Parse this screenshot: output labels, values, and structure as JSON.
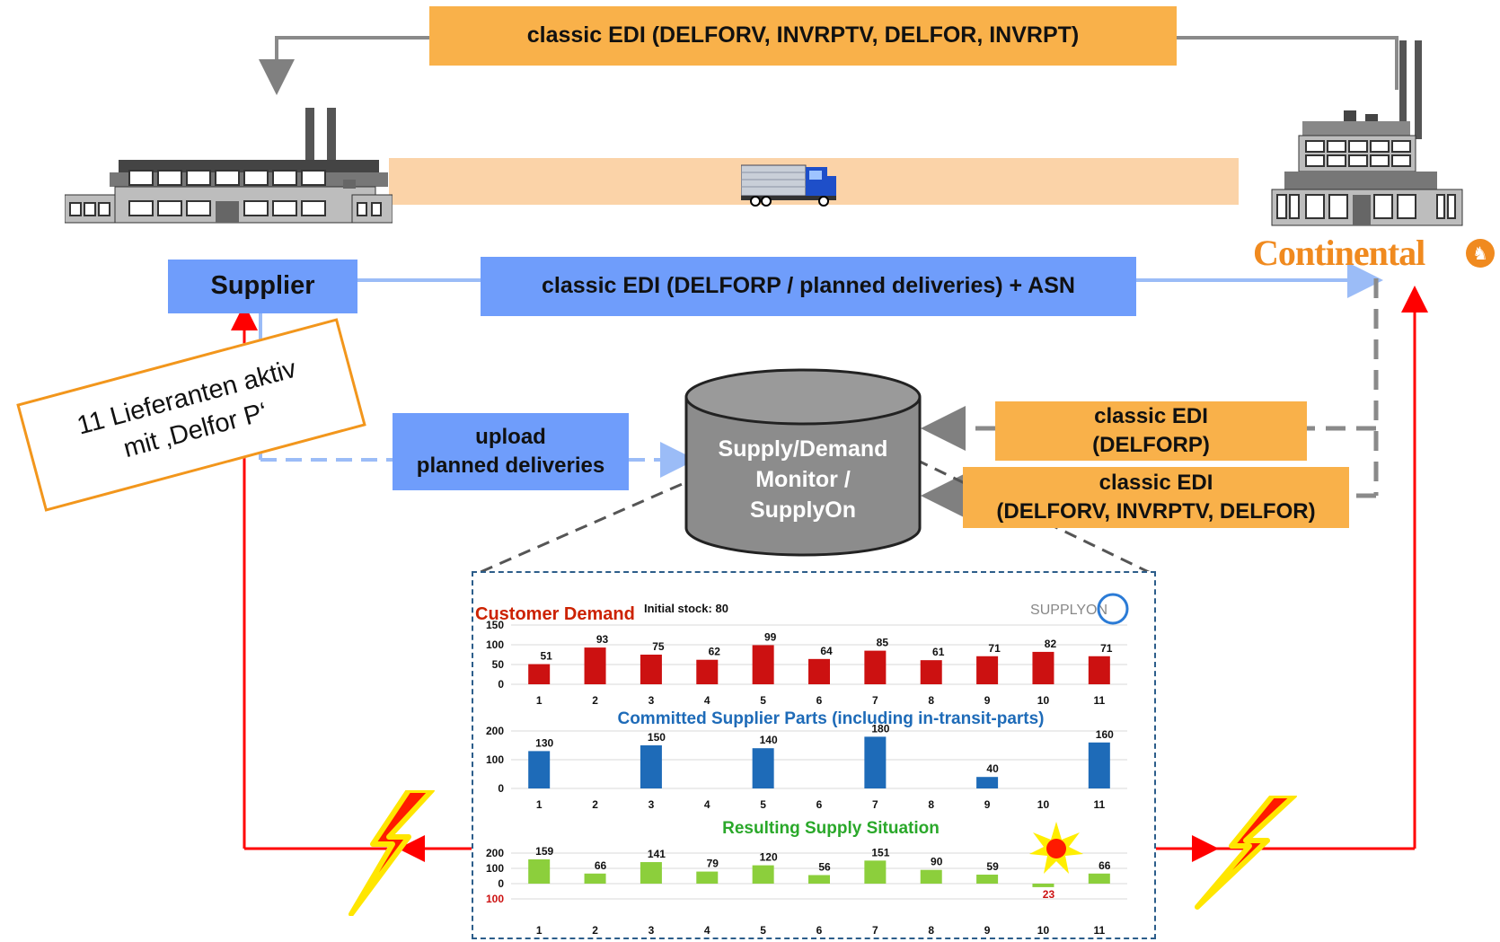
{
  "edi_top": "classic EDI (DELFORV, INVRPTV, DELFOR, INVRPT)",
  "supplier_label": "Supplier",
  "edi_planned": "classic EDI (DELFORP / planned deliveries) + ASN",
  "upload_line1": "upload",
  "upload_line2": "planned deliveries",
  "monitor_line1": "Supply/Demand",
  "monitor_line2": "Monitor /",
  "monitor_line3": "SupplyOn",
  "edi_delforp_line1": "classic EDI",
  "edi_delforp_line2": "(DELFORP)",
  "edi_delforv_line1": "classic EDI",
  "edi_delforv_line2": "(DELFORV, INVRPTV, DELFOR)",
  "sticky_line1": "11 Lieferanten aktiv",
  "sticky_line2": "mit ‚Delfor P‘",
  "continental_logo": "Continental",
  "colors": {
    "orange": "#f9b14a",
    "blue": "#6f9dfb",
    "red_arrow": "#ff0000",
    "demand": "#cc1111",
    "committed": "#1e6bb8",
    "resulting": "#8ccf3c"
  },
  "chart_data": [
    {
      "type": "bar",
      "title": "Customer Demand",
      "subtitle": "Initial stock: 80",
      "brand": "SUPPLYON",
      "categories": [
        "1",
        "2",
        "3",
        "4",
        "5",
        "6",
        "7",
        "8",
        "9",
        "10",
        "11"
      ],
      "values": [
        51,
        93,
        75,
        62,
        99,
        64,
        85,
        61,
        71,
        82,
        71
      ],
      "yticks": [
        "150",
        "100",
        "50",
        "0"
      ],
      "ylim": [
        0,
        150
      ]
    },
    {
      "type": "bar",
      "title": "Committed Supplier Parts (including in-transit-parts)",
      "categories": [
        "1",
        "2",
        "3",
        "4",
        "5",
        "6",
        "7",
        "8",
        "9",
        "10",
        "11"
      ],
      "values": [
        130,
        null,
        150,
        null,
        140,
        null,
        180,
        null,
        40,
        null,
        160
      ],
      "yticks": [
        "200",
        "100",
        "0"
      ],
      "ylim": [
        0,
        200
      ]
    },
    {
      "type": "bar",
      "title": "Resulting Supply Situation",
      "categories": [
        "1",
        "2",
        "3",
        "4",
        "5",
        "6",
        "7",
        "8",
        "9",
        "10",
        "11"
      ],
      "values": [
        159,
        66,
        141,
        79,
        120,
        56,
        151,
        90,
        59,
        -23,
        66
      ],
      "value_labels": [
        "159",
        "66",
        "141",
        "79",
        "120",
        "56",
        "151",
        "90",
        "59",
        "23",
        "66"
      ],
      "yticks": [
        "200",
        "100",
        "0",
        "100"
      ],
      "ylim": [
        -100,
        200
      ]
    }
  ]
}
